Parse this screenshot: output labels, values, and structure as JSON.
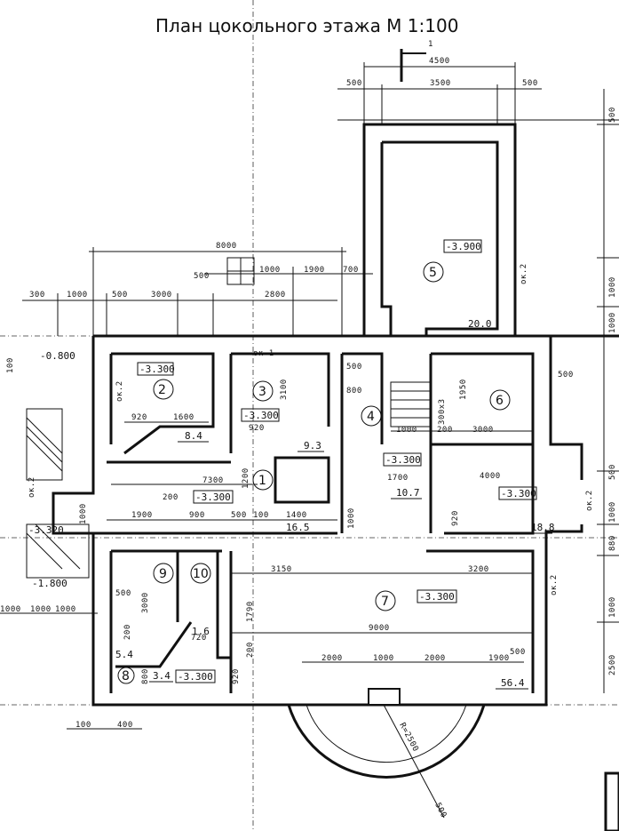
{
  "title": "План цокольного этажа   М 1:100",
  "section_mark": "1",
  "top_dims": [
    "4500",
    "500",
    "3500",
    "500"
  ],
  "right_dims": [
    "500",
    "1000",
    "1000",
    "500",
    "1000",
    "880",
    "1000",
    "2500"
  ],
  "left_group_dims": [
    "8000",
    "500",
    "1000",
    "1900",
    "700",
    "300",
    "1000",
    "500",
    "3000",
    "2800"
  ],
  "rooms": [
    {
      "num": "1",
      "level": "",
      "area": ""
    },
    {
      "num": "2",
      "level": "-3.300",
      "area": "8.4"
    },
    {
      "num": "3",
      "level": "-3.300",
      "area": "9.3"
    },
    {
      "num": "4",
      "level": "-3.300",
      "area": "10.7"
    },
    {
      "num": "5",
      "level": "-3.900",
      "area": "20.0"
    },
    {
      "num": "6",
      "level": "",
      "area": ""
    },
    {
      "num": "7",
      "level": "-3.300",
      "area": "56.4"
    },
    {
      "num": "8",
      "level": "-3.300",
      "area": "3.4"
    },
    {
      "num": "9",
      "level": "",
      "area": "5.4"
    },
    {
      "num": "10",
      "level": "",
      "area": "1.6"
    }
  ],
  "inner_dims": [
    "920",
    "1600",
    "920",
    "3100",
    "7300",
    "200",
    "1200",
    "1900",
    "900",
    "500",
    "100",
    "1400",
    "16.5",
    "1000",
    "500",
    "800",
    "1950",
    "300x3",
    "1000",
    "200",
    "3000",
    "1700",
    "4000",
    "-3.300",
    "18.8",
    "920",
    "500",
    "3150",
    "3200",
    "1790",
    "200",
    "9000",
    "500",
    "2000",
    "1000",
    "2000",
    "1900",
    "3000",
    "500",
    "200",
    "720",
    "800",
    "920",
    "1000",
    "100",
    "400"
  ],
  "misc_levels": [
    "-0.800",
    "-3.320",
    "-1.800",
    "-3.300"
  ],
  "tags": [
    "ок.2",
    "ок.2",
    "ок.2",
    "ок.2",
    "ок.2",
    "ок-1"
  ],
  "left_dims": [
    "100",
    "1000",
    "1000",
    "1000"
  ],
  "radius_label": "R=2500",
  "radius_dim": "500",
  "colors": {
    "line": "#111111",
    "bg": "#ffffff"
  }
}
